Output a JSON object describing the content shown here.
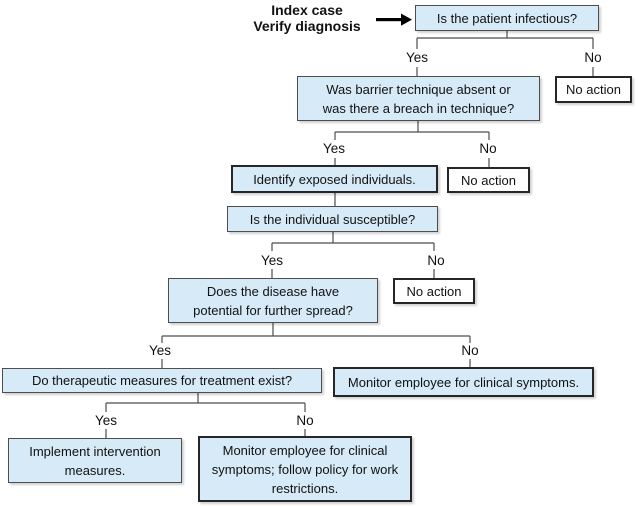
{
  "colors": {
    "box_fill": "#d6eaf7",
    "box_border": "#4d4d4d",
    "emphasis_border": "#262626",
    "line": "#4d4d4d",
    "arrow": "#000000",
    "text": "#111111"
  },
  "start": {
    "line1": "Index case",
    "line2": "Verify diagnosis"
  },
  "labels": {
    "yes": "Yes",
    "no": "No"
  },
  "nodes": {
    "q_infectious": "Is the patient infectious?",
    "no_action": "No action",
    "q_barrier": "Was barrier technique absent or was there a breach in technique?",
    "identify_exposed": "Identify exposed individuals.",
    "q_susceptible": "Is the individual susceptible?",
    "q_spread": "Does the disease have potential for further spread?",
    "q_therapeutic": "Do therapeutic measures for treatment exist?",
    "monitor_symptoms": "Monitor employee for clinical symptoms.",
    "implement_intervention": "Implement intervention measures.",
    "monitor_restrictions": "Monitor employee for clinical symptoms; follow policy for work restrictions."
  },
  "edges": [
    {
      "from": "q_infectious",
      "label": "Yes",
      "to": "q_barrier"
    },
    {
      "from": "q_infectious",
      "label": "No",
      "to": "no_action"
    },
    {
      "from": "q_barrier",
      "label": "Yes",
      "to": "identify_exposed"
    },
    {
      "from": "q_barrier",
      "label": "No",
      "to": "no_action"
    },
    {
      "from": "identify_exposed",
      "label": "",
      "to": "q_susceptible"
    },
    {
      "from": "q_susceptible",
      "label": "Yes",
      "to": "q_spread"
    },
    {
      "from": "q_susceptible",
      "label": "No",
      "to": "no_action"
    },
    {
      "from": "q_spread",
      "label": "Yes",
      "to": "q_therapeutic"
    },
    {
      "from": "q_spread",
      "label": "No",
      "to": "monitor_symptoms"
    },
    {
      "from": "q_therapeutic",
      "label": "Yes",
      "to": "implement_intervention"
    },
    {
      "from": "q_therapeutic",
      "label": "No",
      "to": "monitor_restrictions"
    }
  ]
}
